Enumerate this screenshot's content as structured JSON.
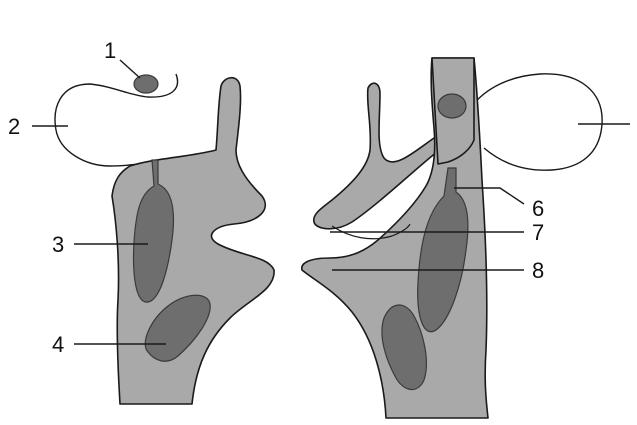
{
  "labels": {
    "l1": "1",
    "l2": "2",
    "l3": "3",
    "l4": "4",
    "l6": "6",
    "l7": "7",
    "l8": "8"
  },
  "colors": {
    "tissue": "#a9a9a9",
    "dark_region": "#6e6e6e",
    "line": "#1a1a1a",
    "background": "#ffffff"
  }
}
